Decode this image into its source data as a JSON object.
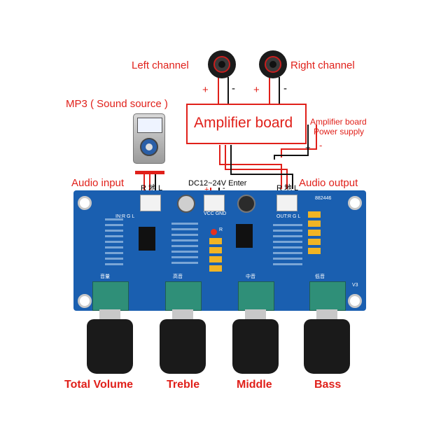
{
  "labels": {
    "left_channel": "Left channel",
    "right_channel": "Right channel",
    "mp3_source": "MP3 ( Sound source )",
    "amplifier_board": "Amplifier board",
    "amp_power_supply_line1": "Amplifier board",
    "amp_power_supply_line2": "Power supply",
    "audio_input": "Audio input",
    "audio_output": "Audio output",
    "dc_enter": "DC12~24V Enter",
    "input_pins": "R 地 L",
    "output_pins": "R 地 L",
    "plus": "+",
    "minus": "-"
  },
  "silkscreen": {
    "in_label": "IN:R  G  L",
    "vcc_gnd": "VCC  GND",
    "out_label": "OUT:R  G  L",
    "board_code": "882446",
    "volume_cn": "音量",
    "treble_cn": "高音",
    "middle_cn": "中音",
    "bass_cn": "低音",
    "version": "V3",
    "led_label": "R"
  },
  "knobs": [
    {
      "label": "Total Volume"
    },
    {
      "label": "Treble"
    },
    {
      "label": "Middle"
    },
    {
      "label": "Bass"
    }
  ],
  "colors": {
    "accent_red": "#e0201a",
    "pcb_blue": "#1a5fb0",
    "pot_green": "#2f8f78"
  }
}
